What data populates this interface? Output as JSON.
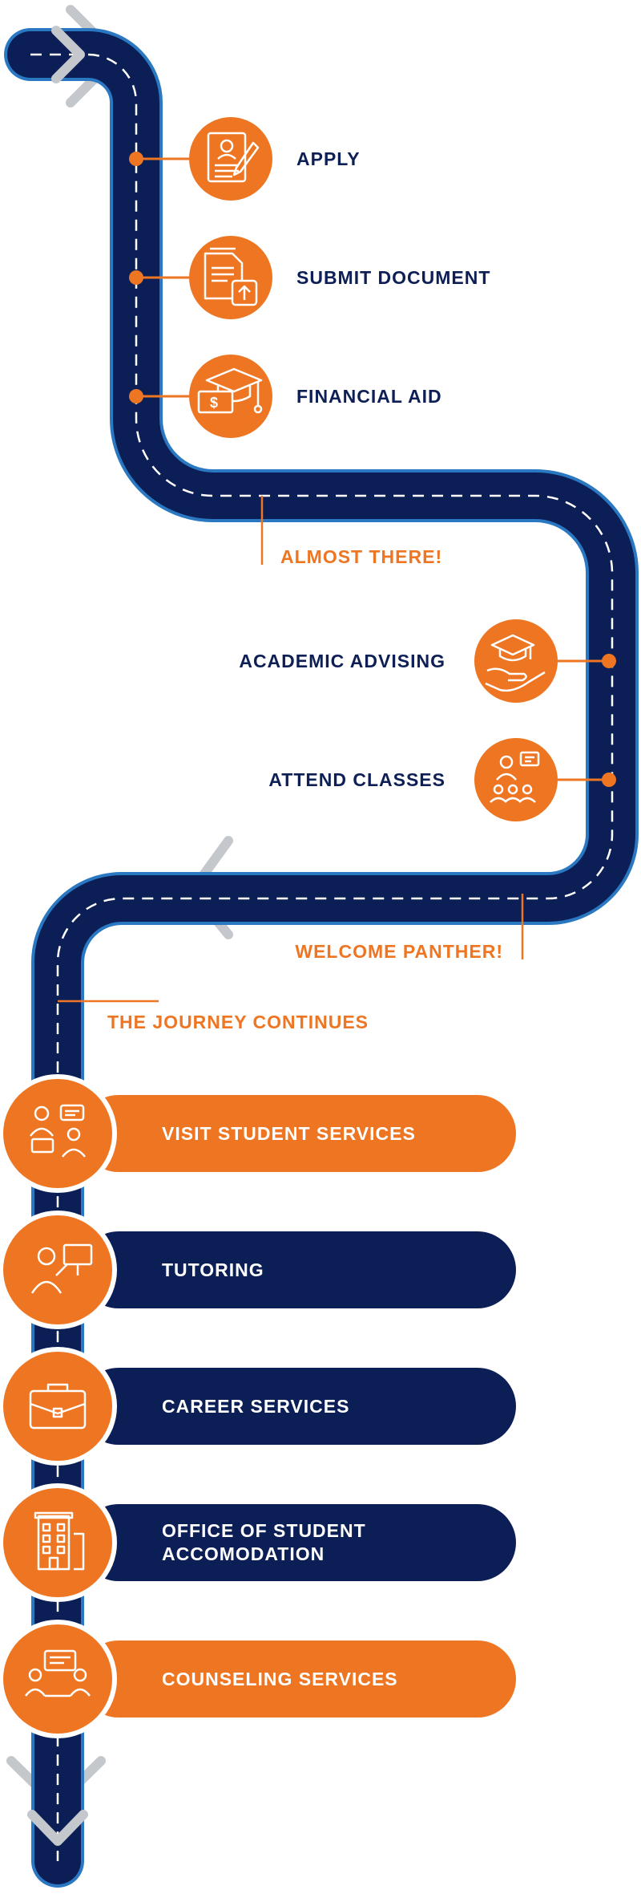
{
  "colors": {
    "navy": "#0b1f56",
    "road_edge": "#2a78c2",
    "orange": "#ee7522",
    "white": "#ffffff",
    "chevron": "#c4c7cc"
  },
  "steps": [
    {
      "label": "APPLY",
      "icon": "application-form-icon"
    },
    {
      "label": "SUBMIT DOCUMENT",
      "icon": "document-upload-icon"
    },
    {
      "label": "FINANCIAL AID",
      "icon": "money-graduation-cap-icon"
    }
  ],
  "milestone_1": "ALMOST THERE!",
  "steps_2": [
    {
      "label": "ACADEMIC ADVISING",
      "icon": "graduation-cap-hand-icon"
    },
    {
      "label": "ATTEND CLASSES",
      "icon": "classroom-teacher-icon"
    }
  ],
  "milestone_2": "WELCOME PANTHER!",
  "milestone_3": "THE JOURNEY CONTINUES",
  "services": [
    {
      "lines": [
        "VISIT STUDENT SERVICES"
      ],
      "color": "orange",
      "icon": "student-services-chat-icon"
    },
    {
      "lines": [
        "TUTORING"
      ],
      "color": "navy",
      "icon": "tutor-board-icon"
    },
    {
      "lines": [
        "CAREER SERVICES"
      ],
      "color": "navy",
      "icon": "briefcase-icon"
    },
    {
      "lines": [
        "OFFICE OF STUDENT",
        "ACCOMODATION"
      ],
      "color": "navy",
      "icon": "building-icon"
    },
    {
      "lines": [
        "COUNSELING SERVICES"
      ],
      "color": "orange",
      "icon": "counseling-chat-icon"
    }
  ]
}
